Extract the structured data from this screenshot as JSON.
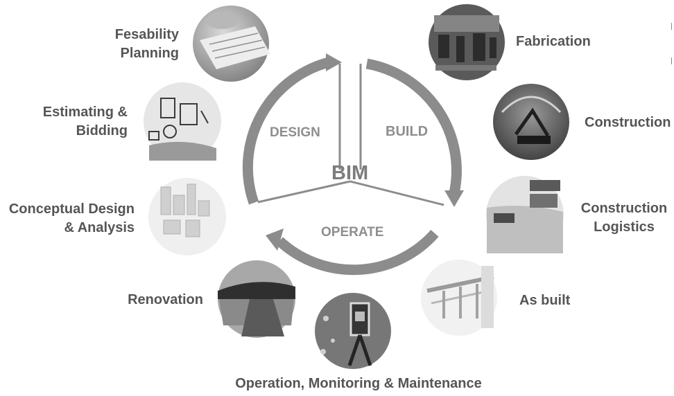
{
  "center": {
    "label": "BIM"
  },
  "segments": {
    "design": "DESIGN",
    "build": "BUILD",
    "operate": "OPERATE"
  },
  "stages": {
    "feasibility": [
      "Fesability",
      "Planning"
    ],
    "estimating": [
      "Estimating &",
      "Bidding"
    ],
    "conceptual": [
      "Conceptual Design",
      "& Analysis"
    ],
    "renovation": [
      "Renovation"
    ],
    "operation": [
      "Operation, Monitoring & Maintenance"
    ],
    "asbuilt": [
      "As built"
    ],
    "logistics": [
      "Construction",
      "Logistics"
    ],
    "construction": [
      "Construction"
    ],
    "fabrication": [
      "Fabrication"
    ]
  },
  "colors": {
    "arrow": "#8c8c8c",
    "text": "#555555",
    "segment_text": "#8e8e8e",
    "bim": "#7c7c7c"
  },
  "photo_icons": [
    "paperwork-icon",
    "money-sketch-icon",
    "city-model-icon",
    "road-icon",
    "survey-instrument-icon",
    "bridge-model-icon",
    "construction-site-icon",
    "tunnel-icon",
    "factory-icon"
  ]
}
